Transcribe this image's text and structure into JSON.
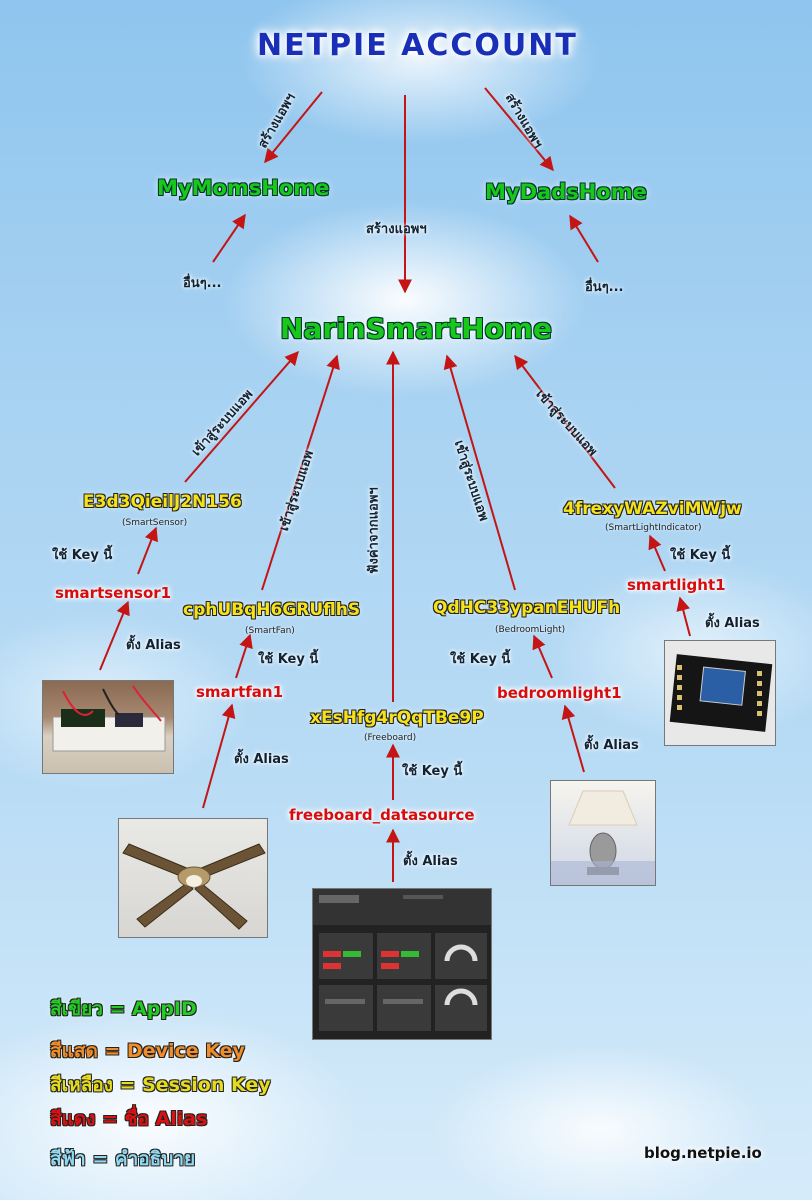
{
  "title": "NETPIE ACCOUNT",
  "apps": {
    "moms": "MyMomsHome",
    "dads": "MyDadsHome",
    "main": "NarinSmartHome"
  },
  "notes": {
    "create_app": "สร้างแอพฯ",
    "others": "อื่นๆ...",
    "join_system": "เข้าสู่ระบบแอพ",
    "use_key": "ใช้ Key นี้",
    "set_alias": "ตั้ง Alias",
    "listen_data": "ฟังค่าจากแอพฯ"
  },
  "devices": [
    {
      "key": "E3d3QieilJ2N156",
      "type": "(SmartSensor)",
      "alias": "smartsensor1"
    },
    {
      "key": "cphUBqH6GRUflhS",
      "type": "(SmartFan)",
      "alias": "smartfan1"
    },
    {
      "key": "xEsHfg4rQqTBe9P",
      "type": "(Freeboard)",
      "alias": "freeboard_datasource"
    },
    {
      "key": "QdHC33ypanEHUFh",
      "type": "(BedroomLight)",
      "alias": "bedroomlight1"
    },
    {
      "key": "4frexyWAZviMWjw",
      "type": "(SmartLightIndicator)",
      "alias": "smartlight1"
    }
  ],
  "legend": [
    {
      "label": "สีเขียว = AppID",
      "color": "#22cc22"
    },
    {
      "label": "สีแสด = Device Key",
      "color": "#f08c2a"
    },
    {
      "label": "สีเหลือง = Session Key",
      "color": "#e6dc1e"
    },
    {
      "label": "สีแดง = ชื่อ Alias",
      "color": "#dd1111"
    },
    {
      "label": "สีฟ้า = คำอธิบาย",
      "color": "#8fd8f0"
    }
  ],
  "credit": "blog.netpie.io",
  "colors": {
    "arrow": "#c41414"
  },
  "images": {
    "sensor": "breadboard-photo",
    "fan": "ceiling-fan-photo",
    "dashboard": "freeboard-dashboard-screenshot",
    "lamp": "table-lamp-photo",
    "indicator": "esp8266-board-photo"
  }
}
